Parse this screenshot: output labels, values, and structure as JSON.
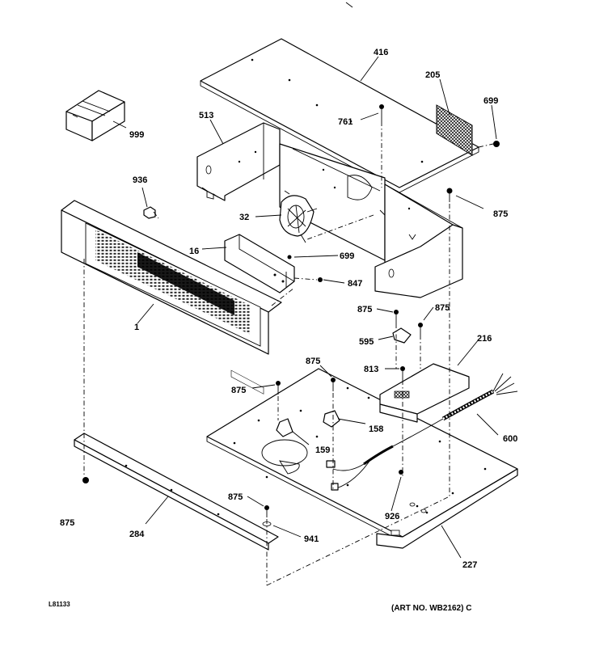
{
  "diagram": {
    "callouts": [
      {
        "id": "c416",
        "text": "416"
      },
      {
        "id": "c205",
        "text": "205"
      },
      {
        "id": "c699a",
        "text": "699"
      },
      {
        "id": "c999",
        "text": "999"
      },
      {
        "id": "c513",
        "text": "513"
      },
      {
        "id": "c761",
        "text": "761"
      },
      {
        "id": "c936",
        "text": "936"
      },
      {
        "id": "c875a",
        "text": "875"
      },
      {
        "id": "c32",
        "text": "32"
      },
      {
        "id": "c16",
        "text": "16"
      },
      {
        "id": "c699b",
        "text": "699"
      },
      {
        "id": "c847",
        "text": "847"
      },
      {
        "id": "c1",
        "text": "1"
      },
      {
        "id": "c875b",
        "text": "875"
      },
      {
        "id": "c875c",
        "text": "875"
      },
      {
        "id": "c595",
        "text": "595"
      },
      {
        "id": "c216",
        "text": "216"
      },
      {
        "id": "c875d",
        "text": "875"
      },
      {
        "id": "c813",
        "text": "813"
      },
      {
        "id": "c875e",
        "text": "875"
      },
      {
        "id": "c158",
        "text": "158"
      },
      {
        "id": "c600",
        "text": "600"
      },
      {
        "id": "c159",
        "text": "159"
      },
      {
        "id": "c875f",
        "text": "875"
      },
      {
        "id": "c875g",
        "text": "875"
      },
      {
        "id": "c926",
        "text": "926"
      },
      {
        "id": "c284",
        "text": "284"
      },
      {
        "id": "c941",
        "text": "941"
      },
      {
        "id": "c227",
        "text": "227"
      }
    ],
    "corner_code": "L81133",
    "art_number": "(ART NO. WB2162) C"
  }
}
